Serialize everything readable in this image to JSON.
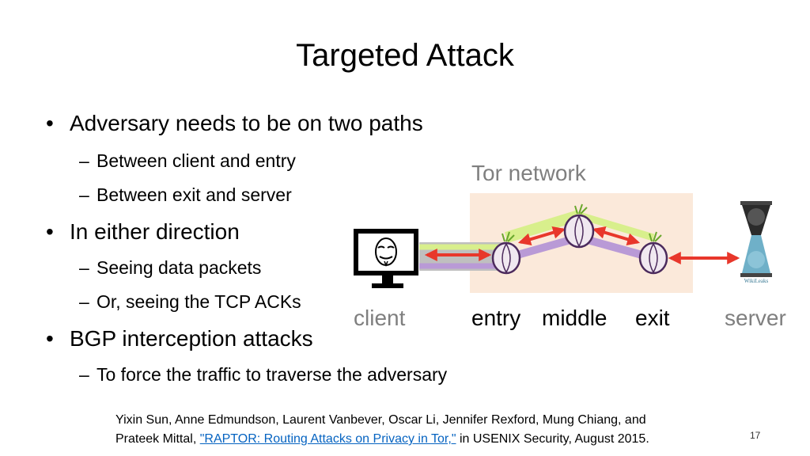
{
  "title": "Targeted Attack",
  "bullets": [
    {
      "text": "Adversary needs to be on two paths",
      "sub": [
        "Between client and entry",
        "Between exit and server"
      ]
    },
    {
      "text": "In either direction",
      "sub": [
        "Seeing data packets",
        "Or, seeing the TCP ACKs"
      ]
    },
    {
      "text": "BGP interception attacks",
      "sub": [
        "To force the traffic to traverse the adversary"
      ]
    }
  ],
  "diagram": {
    "network_label": "Tor network",
    "client_label": "client",
    "entry_label": "entry",
    "middle_label": "middle",
    "exit_label": "exit",
    "server_label": "server",
    "server_logo_text": "WikiLeaks",
    "icons": [
      "computer-monitor-icon",
      "anonymous-mask-icon",
      "onion-icon",
      "wikileaks-hourglass-icon",
      "double-arrow-icon"
    ],
    "colors": {
      "arrow": "#e8372b",
      "path_purple": "#b99ad6",
      "path_gray": "#bfbfbf",
      "path_green": "#d8ef8c",
      "network_bg": "#fbe9da",
      "onion": "#f0e8f0"
    }
  },
  "citation": {
    "line1": "Yixin Sun, Anne Edmundson, Laurent Vanbever, Oscar Li, Jennifer Rexford, Mung Chiang, and",
    "line2_prefix": "Prateek Mittal, ",
    "link_text": "\"RAPTOR: Routing Attacks on Privacy in Tor,\"",
    "line2_suffix": " in USENIX Security, August 2015."
  },
  "page_number": "17"
}
